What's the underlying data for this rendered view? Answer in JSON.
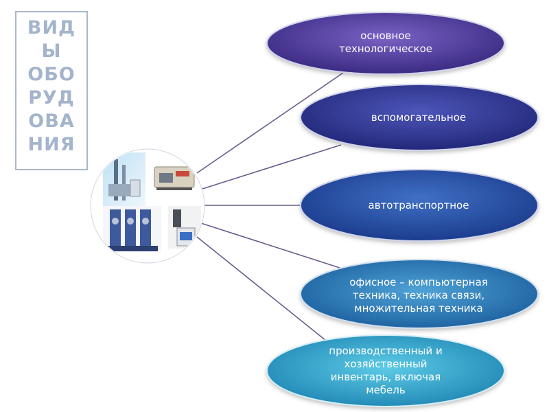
{
  "title": {
    "lines": [
      "ВИД",
      "Ы",
      "ОБО",
      "РУД",
      "ОВА",
      "НИЯ"
    ]
  },
  "categories": [
    {
      "label_lines": [
        "основное",
        "технологическое"
      ]
    },
    {
      "label_lines": [
        "вспомогательное"
      ]
    },
    {
      "label_lines": [
        "автотранспортное"
      ]
    },
    {
      "label_lines": [
        "офисное – компьютерная",
        "техника, техника связи,",
        "множительная техника"
      ]
    },
    {
      "label_lines": [
        "производственный и",
        "хозяйственный",
        "инвентарь, включая",
        "мебель"
      ]
    }
  ],
  "colors": {
    "title_text": "#a4b4cc",
    "title_border": "#a9b8cc",
    "connector": "#6a5a8c"
  }
}
